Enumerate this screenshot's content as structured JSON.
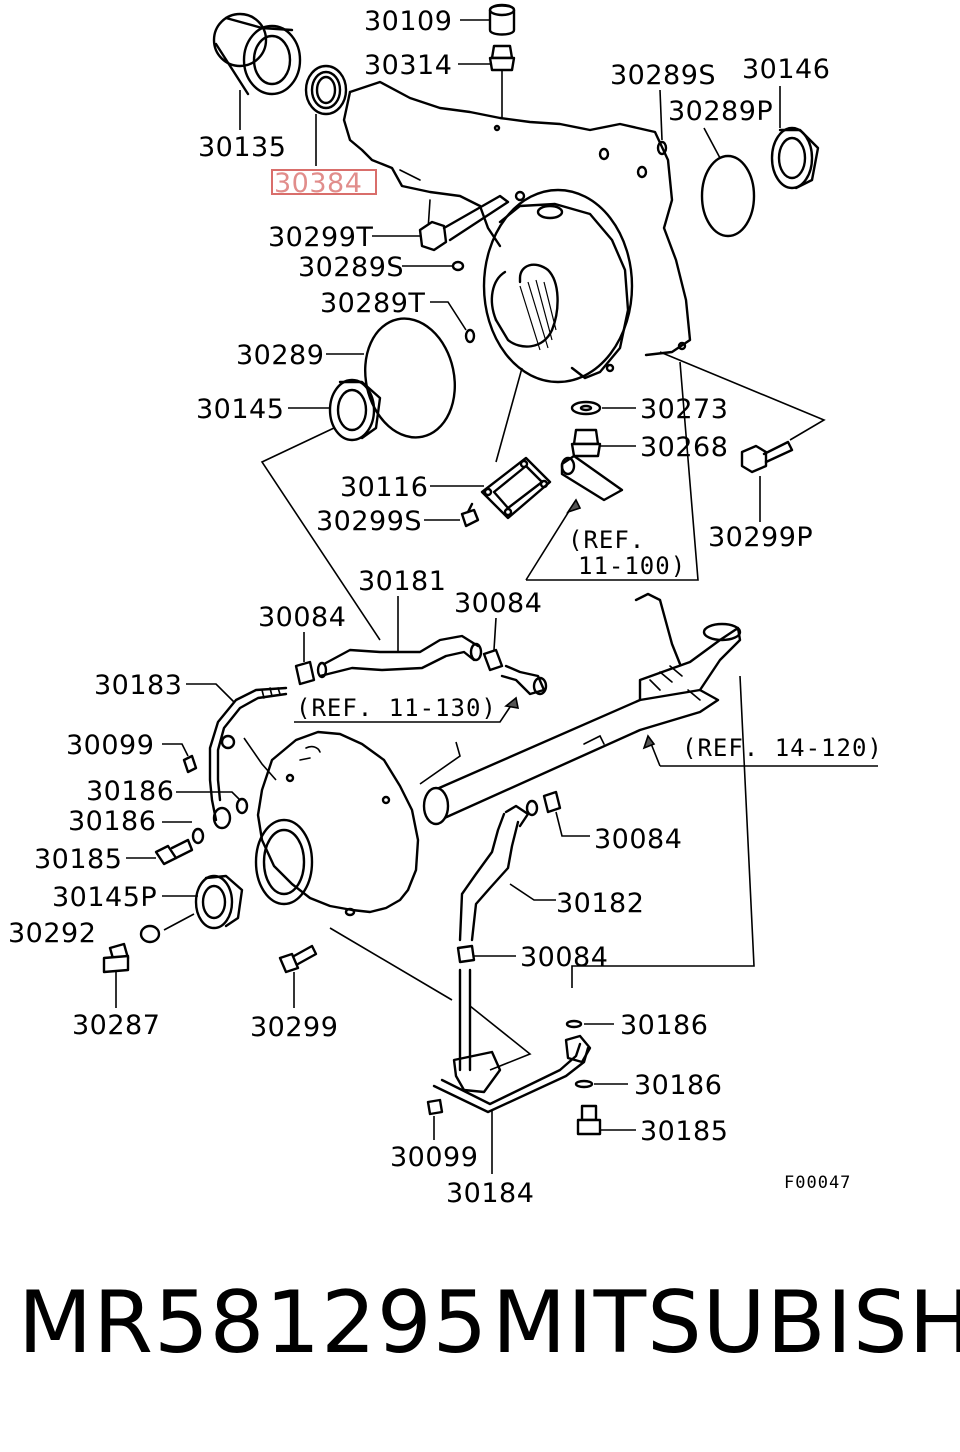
{
  "labels": {
    "l30109": "30109",
    "l30314": "30314",
    "l30135": "30135",
    "l30384": "30384",
    "l30289S_top": "30289S",
    "l30146": "30146",
    "l30289P": "30289P",
    "l30299T": "30299T",
    "l30289S_mid": "30289S",
    "l30289T": "30289T",
    "l30289": "30289",
    "l30145": "30145",
    "l30273": "30273",
    "l30268": "30268",
    "l30116": "30116",
    "l30299S": "30299S",
    "l30299P": "30299P",
    "ref_11_100_a": "(REF.",
    "ref_11_100_b": "11-100)",
    "l30181": "30181",
    "l30084_a": "30084",
    "l30084_b": "30084",
    "l30183": "30183",
    "ref_11_130": "(REF. 11-130)",
    "l30099_a": "30099",
    "ref_14_120": "(REF. 14-120)",
    "l30186_a": "30186",
    "l30186_b": "30186",
    "l30185_a": "30185",
    "l30084_c": "30084",
    "l30145P": "30145P",
    "l30182": "30182",
    "l30292": "30292",
    "l30084_d": "30084",
    "l30287": "30287",
    "l30299": "30299",
    "l30186_c": "30186",
    "l30186_d": "30186",
    "l30185_b": "30185",
    "l30099_b": "30099",
    "l30184": "30184",
    "figure_code": "F00047"
  },
  "highlight": {
    "part": "30384",
    "color": "#c9302c"
  },
  "footer": {
    "part_number": "MR581295",
    "brand": "MITSUBISHI"
  }
}
